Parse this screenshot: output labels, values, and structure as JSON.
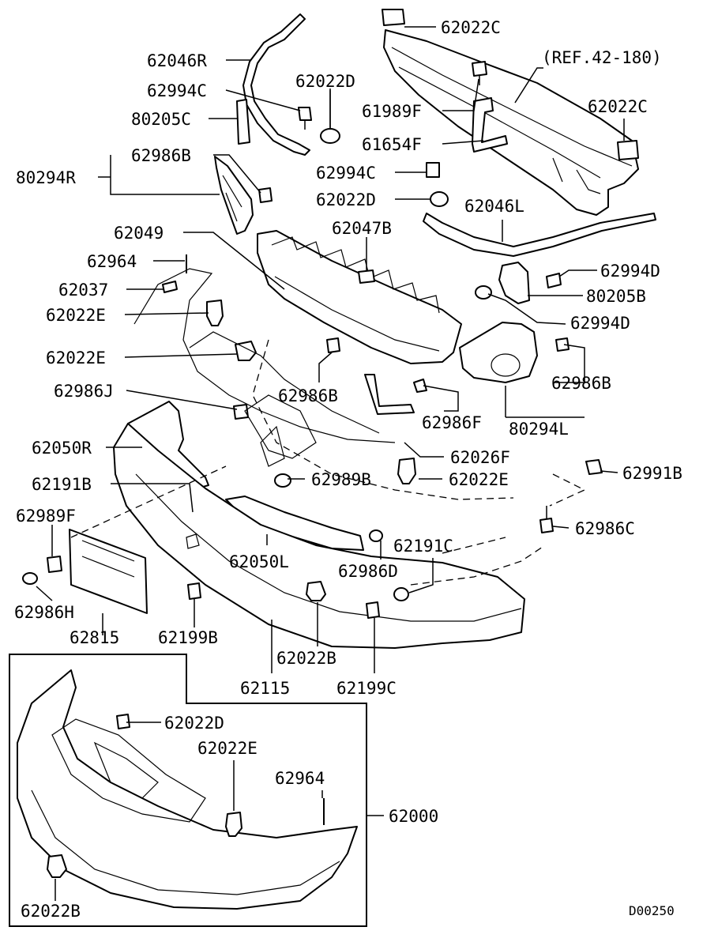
{
  "diagram": {
    "code": "D00250",
    "reference": "(REF.42-180)",
    "labels": {
      "p62022C_top": "62022C",
      "p62046R": "62046R",
      "p62994C_a": "62994C",
      "p62022D_a": "62022D",
      "p61989F": "61989F",
      "p80205C": "80205C",
      "p61654F": "61654F",
      "p62022C_right": "62022C",
      "p62986B_a": "62986B",
      "p80294R": "80294R",
      "p62994C_b": "62994C",
      "p62022D_b": "62022D",
      "p62046L": "62046L",
      "p62049": "62049",
      "p62047B": "62047B",
      "p62964_a": "62964",
      "p62994D_a": "62994D",
      "p62037": "62037",
      "p80205B": "80205B",
      "p62022E_a": "62022E",
      "p62994D_b": "62994D",
      "p62022E_b": "62022E",
      "p62986B_b": "62986B",
      "p62986J": "62986J",
      "p62986B_c": "62986B",
      "p62986F": "62986F",
      "p80294L": "80294L",
      "p62050R": "62050R",
      "p62026F": "62026F",
      "p62191B": "62191B",
      "p62989B": "62989B",
      "p62022E_c": "62022E",
      "p62991B": "62991B",
      "p62989F": "62989F",
      "p62986C": "62986C",
      "p62191C": "62191C",
      "p62050L": "62050L",
      "p62986D": "62986D",
      "p62986H": "62986H",
      "p62815": "62815",
      "p62199B": "62199B",
      "p62022B_a": "62022B",
      "p62115": "62115",
      "p62199C": "62199C",
      "p62022D_c": "62022D",
      "p62022E_d": "62022E",
      "p62964_b": "62964",
      "p62000": "62000",
      "p62022B_b": "62022B"
    }
  }
}
